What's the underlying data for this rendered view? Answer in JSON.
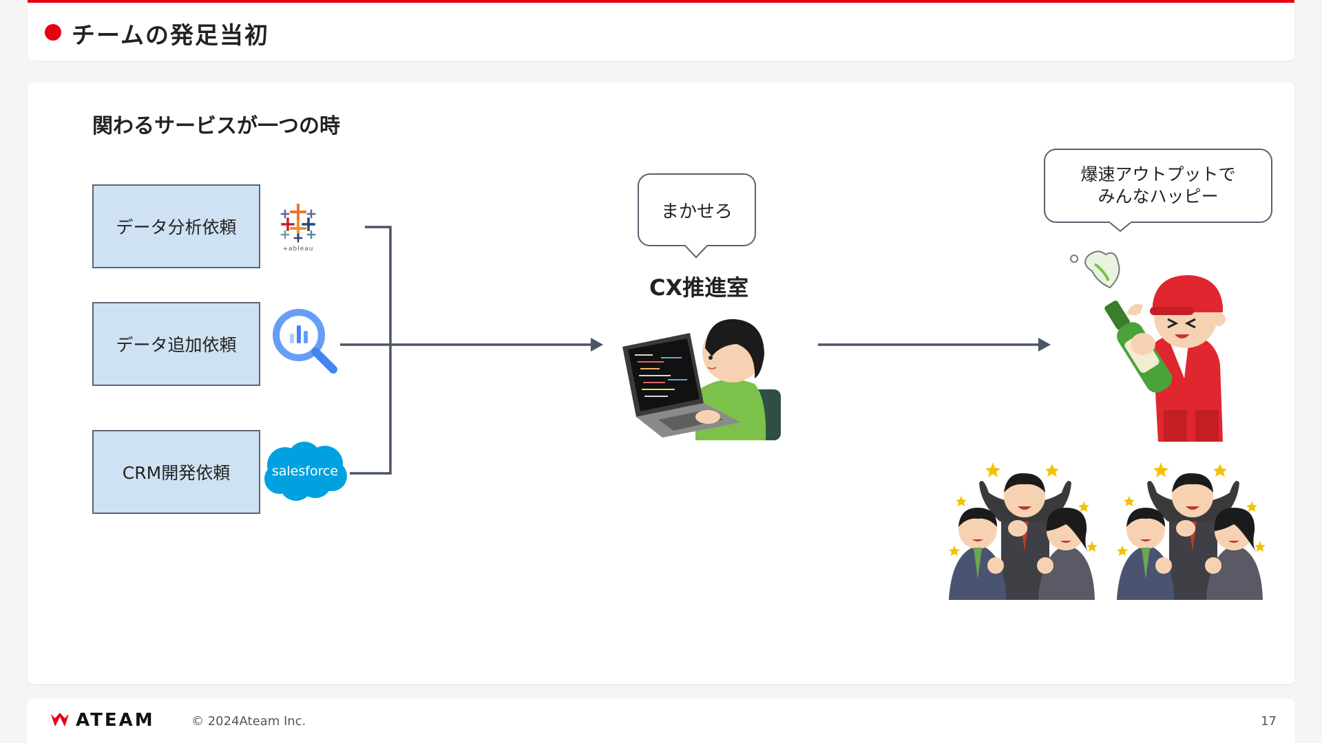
{
  "header": {
    "title": "チームの発足当初"
  },
  "main": {
    "subtitle": "関わるサービスが一つの時",
    "requests": [
      {
        "label": "データ分析依頼",
        "service_icon": "tableau-logo-icon",
        "service_text": "+ableau"
      },
      {
        "label": "データ追加依頼",
        "service_icon": "bigquery-icon"
      },
      {
        "label": "CRM開発依頼",
        "service_icon": "salesforce-logo-icon",
        "service_text": "salesforce"
      }
    ],
    "center": {
      "bubble_text": "まかせろ",
      "team_label": "CX推進室"
    },
    "right": {
      "bubble_line1": "爆速アウトプットで",
      "bubble_line2": "みんなハッピー"
    }
  },
  "footer": {
    "logo_text": "ATEAM",
    "copyright": "© 2024Ateam Inc.",
    "page_number": "17"
  },
  "colors": {
    "accent": "#e60012",
    "box_fill": "#cfe2f3",
    "arrow": "#4a5566"
  }
}
